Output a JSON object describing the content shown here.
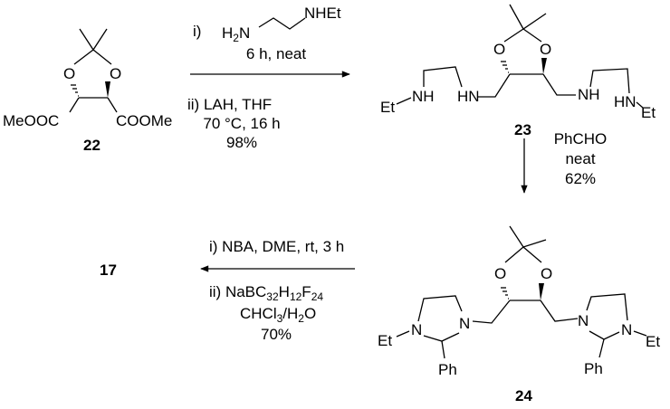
{
  "compounds": {
    "c22": {
      "label": "22",
      "left_ester": "MeOOC",
      "right_ester": "COOMe",
      "O": "O"
    },
    "c23": {
      "label": "23",
      "NH": "NH",
      "HN": "HN",
      "Et": "Et",
      "O": "O"
    },
    "c24": {
      "label": "24",
      "N": "N",
      "Et": "Et",
      "Ph": "Ph",
      "O": "O"
    },
    "c17": {
      "label": "17"
    }
  },
  "step1": {
    "i_label": "i)",
    "amine_H": "H",
    "amine_sub": "2",
    "amine_N": "N",
    "amine_right": "NHEt",
    "i_conditions": "6 h, neat",
    "ii_line1": "ii) LAH, THF",
    "ii_line2": "70 °C, 16 h",
    "yield": "98%"
  },
  "step2": {
    "reagent": "PhCHO",
    "conditions": "neat",
    "yield": "62%"
  },
  "step3": {
    "i_line": "i) NBA, DME, rt, 3 h",
    "ii_prefix": "ii) NaBC",
    "sub1": "32",
    "H": "H",
    "sub2": "12",
    "F": "F",
    "sub3": "24",
    "solvent_a": "CHCl",
    "solvent_sub1": "3",
    "solvent_b": "/H",
    "solvent_sub2": "2",
    "solvent_c": "O",
    "yield": "70%"
  }
}
